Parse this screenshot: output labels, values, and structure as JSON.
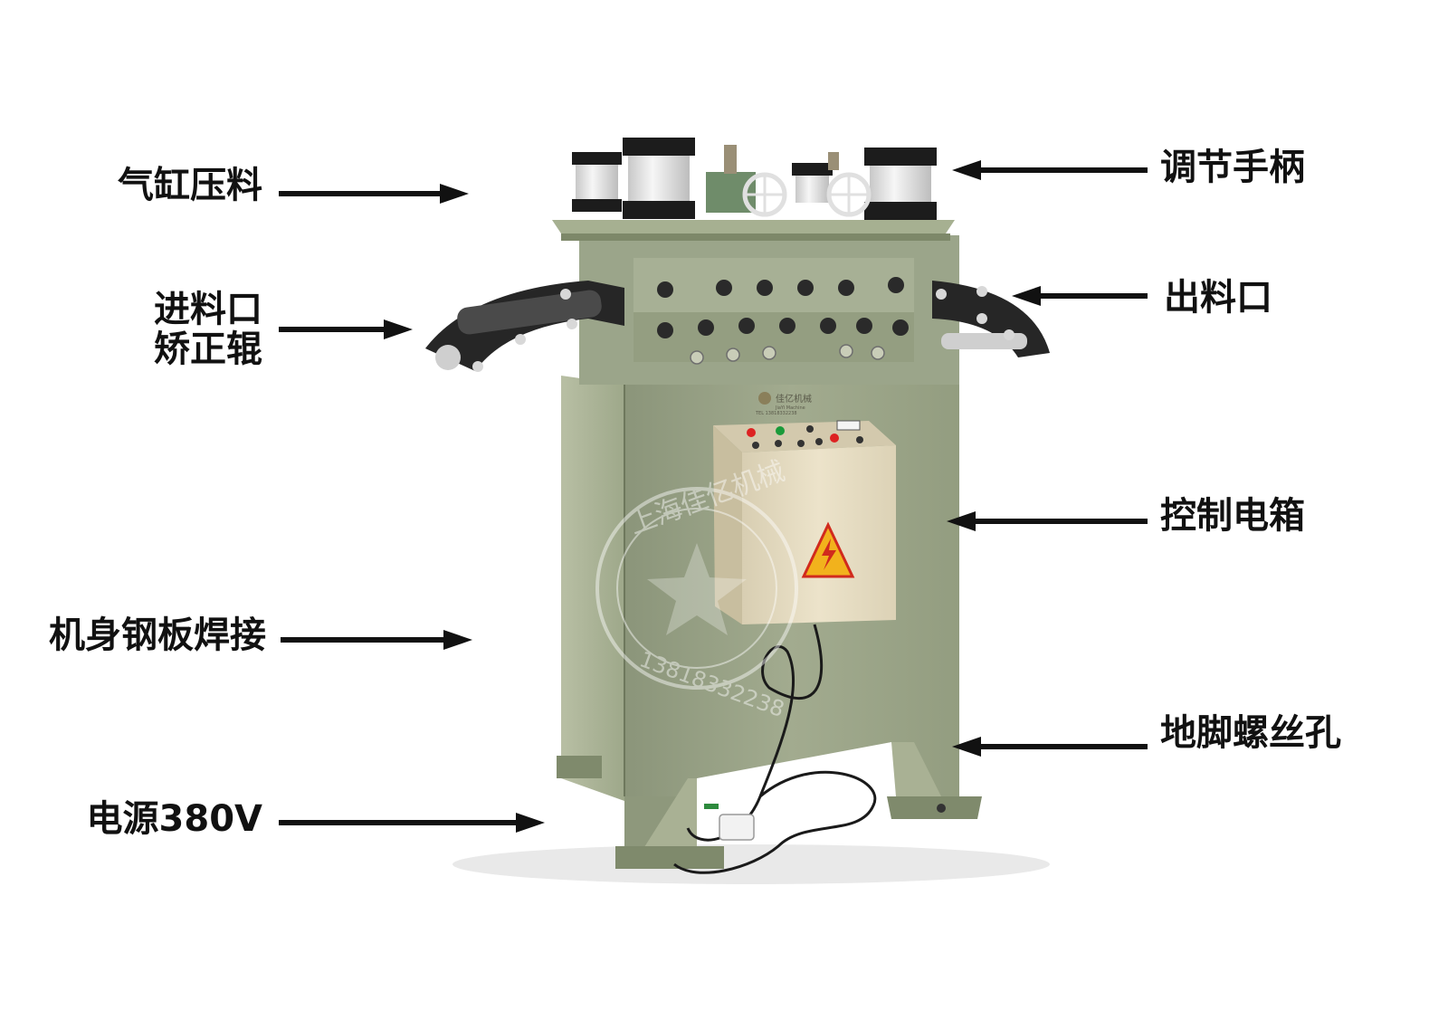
{
  "labels": {
    "cylinder_press": "气缸压料",
    "feed_inlet_l1": "进料口",
    "feed_inlet_l2": "矫正辊",
    "body_welding": "机身钢板焊接",
    "power": "电源380V",
    "adjust_handle": "调节手柄",
    "outlet": "出料口",
    "control_box": "控制电箱",
    "anchor_holes": "地脚螺丝孔"
  },
  "machine": {
    "brand_plate_name": "佳亿机械",
    "brand_plate_sub": "JiaYi Machine",
    "brand_plate_tel": "TEL 13818332238",
    "watermark_text": "上海佳亿机械",
    "watermark_phone": "13818332238"
  },
  "colors": {
    "body": "#9aa487",
    "body_dark": "#7f8a6c",
    "body_light": "#b3bb9f",
    "top_plate": "#a3ad8e",
    "control_box": "#e6dcc2",
    "control_box_top": "#d3c9ad",
    "cylinder_cap": "#1c1c1c",
    "cylinder_glass": "#e8e8e8",
    "guide_arm": "#262626",
    "warning": "#f2b21c",
    "warning_border": "#d12a1d"
  }
}
